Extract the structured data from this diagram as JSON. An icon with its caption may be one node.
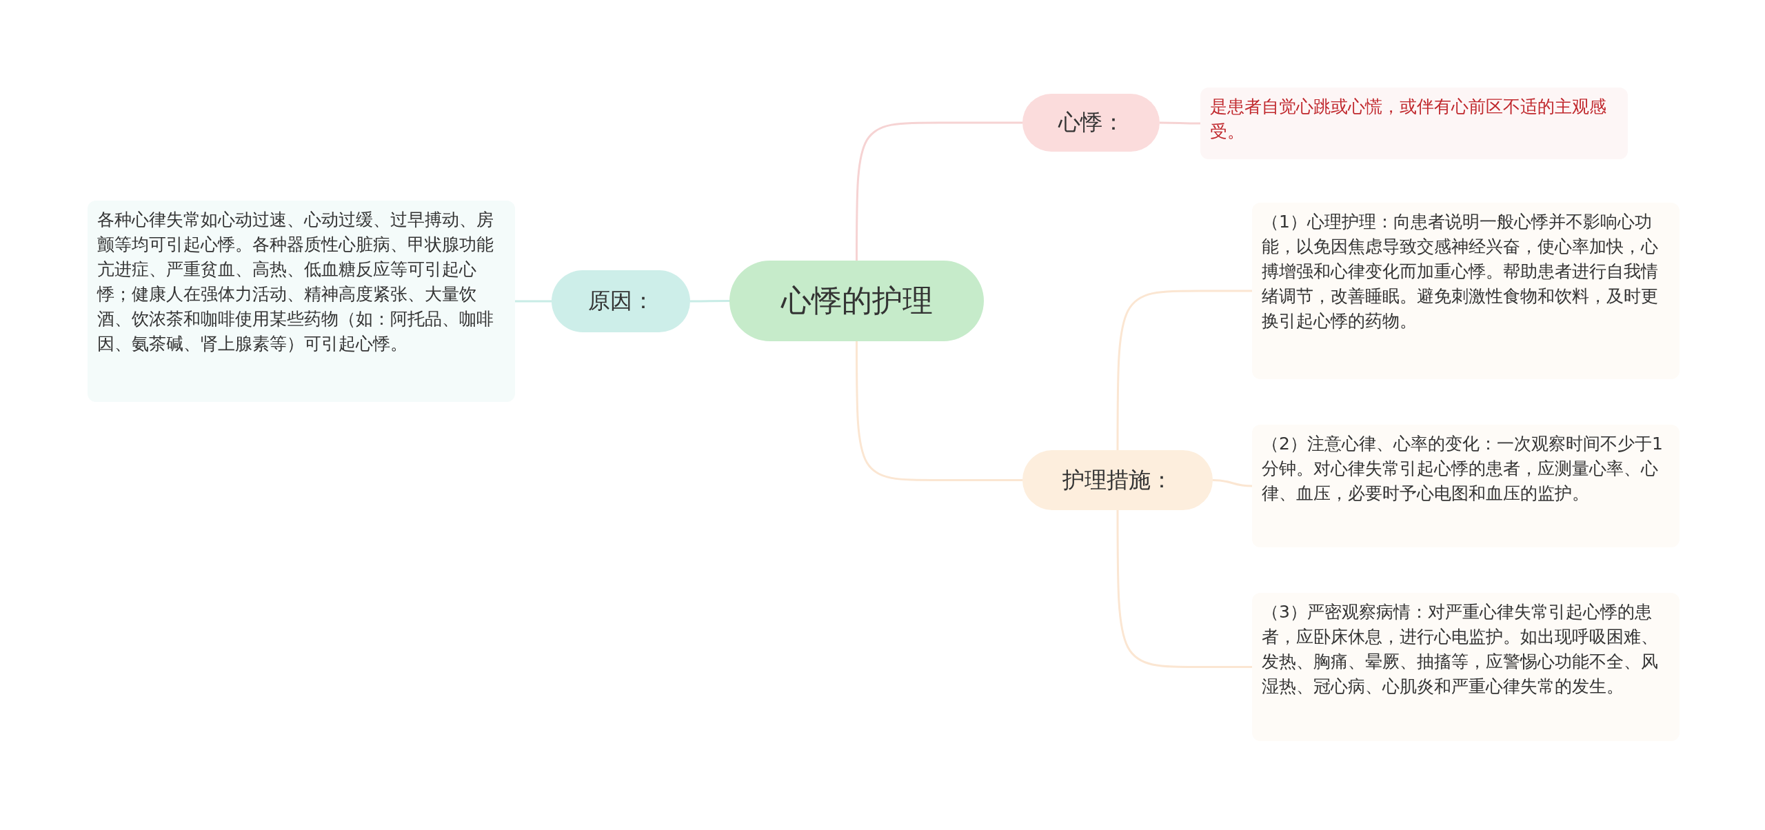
{
  "diagram": {
    "nodes": [
      {
        "text": [
          "心悸的护理"
        ]
      },
      {
        "text": [
          "心悸："
        ]
      },
      {
        "text": [
          "是患者自觉心跳或心慌，或伴有心前区不适的主观感受。"
        ]
      },
      {
        "text": [
          "原因："
        ]
      },
      {
        "text": [
          "各种心律失常如心动过速、心动过缓、过早搏动、房颤等均可引起心悸。各种器质性心脏病、甲状腺功能亢进症、严重贫血、高热、低血糖反应等可引起心悸；健康人在强体力活动、精神高度紧张、大量饮酒、饮浓茶和咖啡使用某些药物（如：阿托品、咖啡因、氨茶碱、肾上腺素等）可引起心悸。"
        ]
      },
      {
        "text": [
          "护理措施："
        ]
      },
      {
        "text": [
          "（1）心理护理：向患者说明一般心悸并不影响心功能，以免因焦虑导致交感神经兴奋，使心率加快，心搏增强和心律变化而加重心悸。帮助患者进行自我情绪调节，改善睡眠。避免刺激性食物和饮料，及时更换引起心悸的药物。"
        ]
      },
      {
        "text": [
          "（2）注意心律、心率的变化：一次观察时间不少于1分钟。对心律失常引起心悸的患者，应测量心率、心律、血压，必要时予心电图和血压的监护。"
        ]
      },
      {
        "text": [
          "（3）严密观察病情：对严重心律失常引起心悸的患者，应卧床休息，进行心电监护。如出现呼吸困难、发热、胸痛、晕厥、抽搐等，应警惕心功能不全、风湿热、冠心病、心肌炎和严重心律失常的发生。"
        ]
      }
    ],
    "edges": [
      {
        "from": 0,
        "to": 1,
        "arrow": "none",
        "color": "#f6d3d3"
      },
      {
        "from": 1,
        "to": 2,
        "arrow": "none",
        "color": "#f6d3d3"
      },
      {
        "from": 0,
        "to": 3,
        "arrow": "none",
        "color": "#c8ece6"
      },
      {
        "from": 3,
        "to": 4,
        "arrow": "none",
        "color": "#c8ece6"
      },
      {
        "from": 0,
        "to": 5,
        "arrow": "none",
        "color": "#fbe6d2"
      },
      {
        "from": 5,
        "to": 6,
        "arrow": "none",
        "color": "#fbe6d2"
      },
      {
        "from": 5,
        "to": 7,
        "arrow": "none",
        "color": "#fbe6d2"
      },
      {
        "from": 5,
        "to": 8,
        "arrow": "none",
        "color": "#fbe6d2"
      }
    ]
  }
}
